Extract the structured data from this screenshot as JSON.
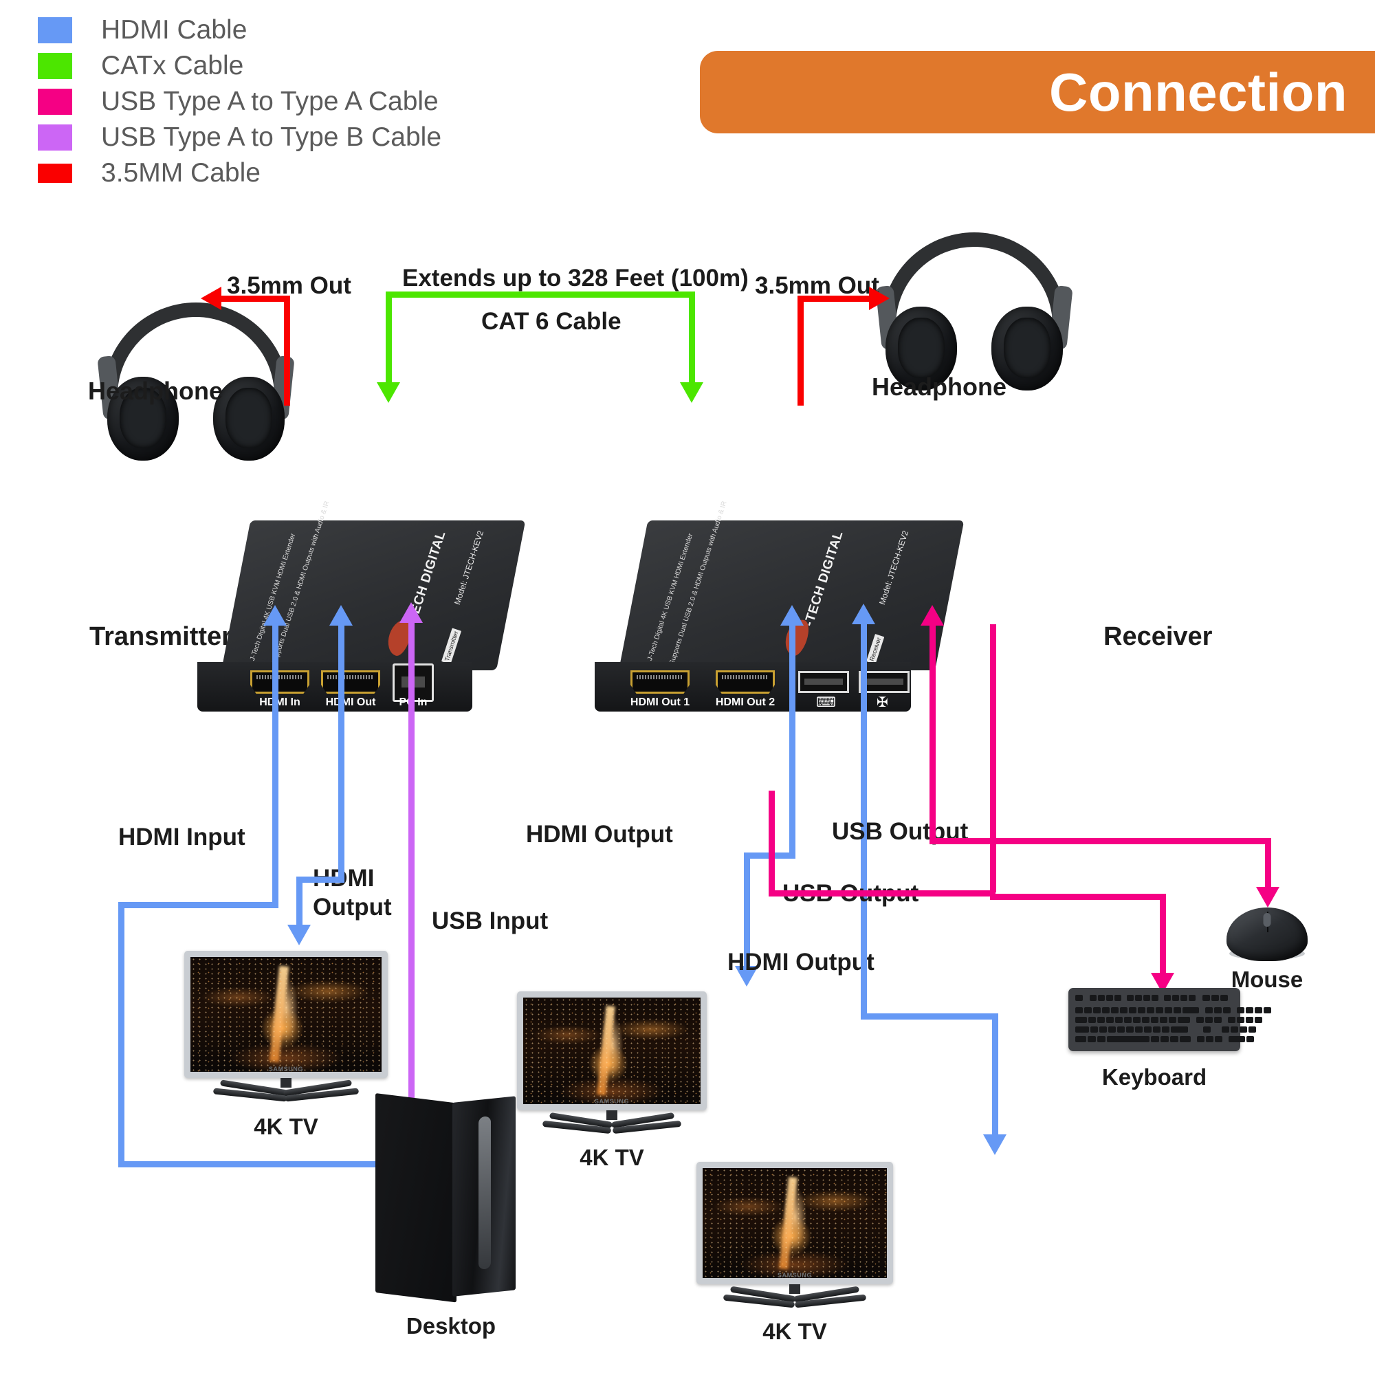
{
  "legend": {
    "items": [
      {
        "label": "HDMI Cable",
        "color": "#6699f5",
        "swatch_name": "hdmi-cable-swatch"
      },
      {
        "label": "CATx Cable",
        "color": "#4ce600",
        "swatch_name": "catx-cable-swatch"
      },
      {
        "label": "USB Type A to Type A Cable",
        "color": "#f50084",
        "swatch_name": "usb-a-to-a-swatch"
      },
      {
        "label": "USB Type A to Type B Cable",
        "color": "#cc66f5",
        "swatch_name": "usb-a-to-b-swatch"
      },
      {
        "label": "3.5MM Cable",
        "color": "#fa0000",
        "swatch_name": "aux-cable-swatch"
      }
    ]
  },
  "banner": {
    "title": "Connection",
    "bg_color": "#e0782c",
    "text_color": "#ffffff"
  },
  "diagram": {
    "cat_arrow_title": "Extends up to 328 Feet (100m)",
    "cat_arrow_subtitle": "CAT 6 Cable",
    "left": {
      "aux_label": "3.5mm Out",
      "headphone_label": "Headphone",
      "device_label": "Transmitter",
      "hdmi_input_label": "HDMI Input",
      "hdmi_output_label_line1": "HDMI",
      "hdmi_output_label_line2": "Output",
      "usb_input_label": "USB Input",
      "tv_label": "4K TV",
      "desktop_label": "Desktop"
    },
    "right": {
      "aux_label": "3.5mm Out",
      "headphone_label": "Headphone",
      "device_label": "Receiver",
      "hdmi_output_label_1": "HDMI Output",
      "hdmi_output_label_2": "HDMI Output",
      "usb_output_label_1": "USB Output",
      "usb_output_label_2": "USB Output",
      "tv_label_1": "4K TV",
      "tv_label_2": "4K TV",
      "keyboard_label": "Keyboard",
      "mouse_label": "Mouse"
    }
  },
  "transmitter": {
    "brand": "-TECH DIGITAL",
    "brand_prefix": "J",
    "line_1": "J-Tech Digital 4K USB KVM HDMI Extender",
    "line_2": "Supports Dual USB 2.0 & HDMI Outputs with Audio & IR",
    "model": "Model: JTECH-KEV2",
    "side_tag": "Transmitter",
    "ports": [
      {
        "label": "HDMI In",
        "type": "hdmi"
      },
      {
        "label": "HDMI Out",
        "type": "hdmi"
      },
      {
        "label": "PC In",
        "type": "usb-b"
      }
    ]
  },
  "receiver": {
    "brand": "-TECH DIGITAL",
    "brand_prefix": "J",
    "line_1": "J-Tech Digital 4K USB KVM HDMI Extender",
    "line_2": "Supports Dual USB 2.0 & HDMI Outputs with Audio & IR",
    "model": "Model: JTECH-KEV2",
    "side_tag": "Receiver",
    "ports": [
      {
        "label": "HDMI Out 1",
        "type": "hdmi"
      },
      {
        "label": "HDMI Out 2",
        "type": "hdmi"
      },
      {
        "label": "⌨",
        "type": "usb-a",
        "icon_name": "keyboard-icon"
      },
      {
        "label": "✠",
        "type": "usb-a",
        "icon_name": "mouse-icon"
      }
    ]
  },
  "tv": {
    "brand_badge": "SAMSUNG"
  },
  "colors": {
    "hdmi": "#6699f5",
    "catx": "#4ce600",
    "usb_a": "#f50084",
    "usb_b": "#cc66f5",
    "aux": "#fa0000"
  }
}
